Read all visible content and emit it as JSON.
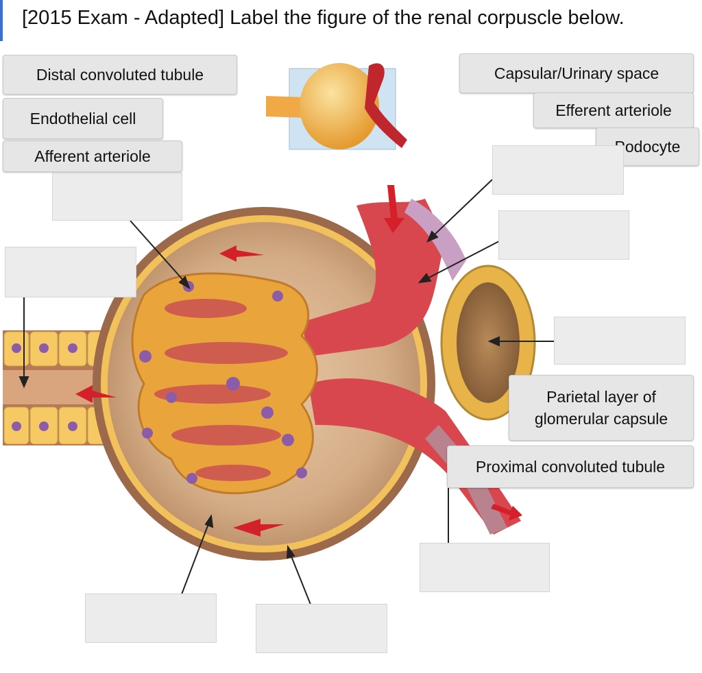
{
  "question": {
    "title": "[2015 Exam - Adapted] Label the figure of the renal corpuscle below."
  },
  "labels": [
    "Distal convoluted tubule",
    "Endothelial cell",
    "Afferent arteriole",
    "Capsular/Urinary space",
    "Efferent arteriole",
    "Podocyte",
    "Parietal layer of glomerular capsule",
    "Proximal convoluted tubule"
  ]
}
